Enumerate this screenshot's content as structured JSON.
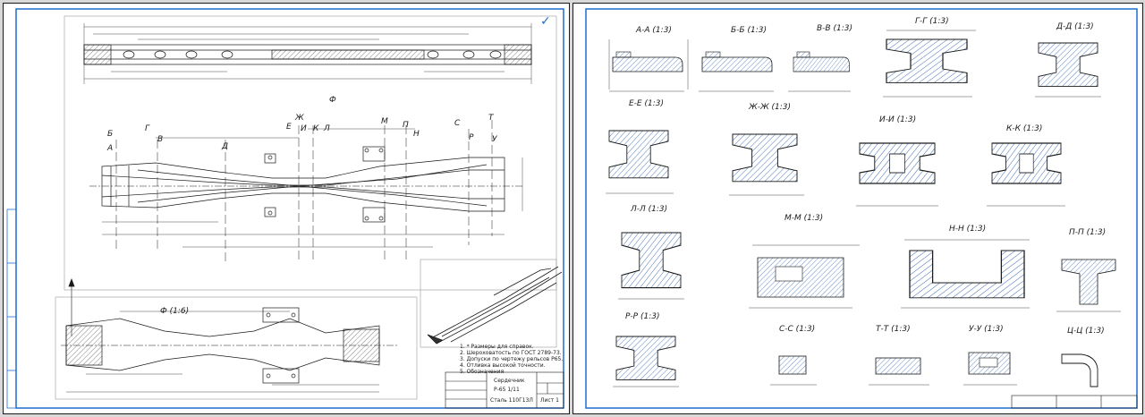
{
  "colors": {
    "frame": "#1e6fd0",
    "line": "#1a1a1a",
    "hatch": "#2a5fb0",
    "paper": "#ffffff"
  },
  "sheet1": {
    "view_label": "Ф",
    "detail_label": "Ф (1:6)",
    "section_marks": [
      "А",
      "Б",
      "В",
      "Г",
      "Д",
      "Е",
      "Ж",
      "И",
      "К",
      "Л",
      "М",
      "П",
      "Н",
      "С",
      "Р",
      "Т",
      "У"
    ],
    "notes": [
      "1. * Размеры для справок.",
      "2. Шероховатость по ГОСТ 2789-73.",
      "3. Допуски по чертежу рельсов Р65.",
      "4. Отливка высокой точности.",
      "5. Обозначения"
    ],
    "title_block": {
      "name": "Сердечник",
      "mark": "Р-65 1/11",
      "material": "Сталь 110Г13Л",
      "sheets": "Лист 1"
    }
  },
  "sheet2": {
    "sections": [
      {
        "id": "a",
        "label": "А-А (1:3)"
      },
      {
        "id": "b",
        "label": "Б-Б (1:3)"
      },
      {
        "id": "v",
        "label": "В-В (1:3)"
      },
      {
        "id": "g",
        "label": "Г-Г (1:3)"
      },
      {
        "id": "d",
        "label": "Д-Д (1:3)"
      },
      {
        "id": "e",
        "label": "Е-Е (1:3)"
      },
      {
        "id": "zh",
        "label": "Ж-Ж (1:3)"
      },
      {
        "id": "i",
        "label": "И-И (1:3)"
      },
      {
        "id": "k",
        "label": "К-К (1:3)"
      },
      {
        "id": "l",
        "label": "Л-Л (1:3)"
      },
      {
        "id": "m",
        "label": "М-М (1:3)"
      },
      {
        "id": "n",
        "label": "Н-Н (1:3)"
      },
      {
        "id": "p",
        "label": "П-П (1:3)"
      },
      {
        "id": "r",
        "label": "Р-Р (1:3)"
      },
      {
        "id": "s",
        "label": "С-С (1:3)"
      },
      {
        "id": "t",
        "label": "Т-Т (1:3)"
      },
      {
        "id": "u",
        "label": "У-У (1:3)"
      },
      {
        "id": "c",
        "label": "Ц-Ц (1:3)"
      }
    ]
  }
}
